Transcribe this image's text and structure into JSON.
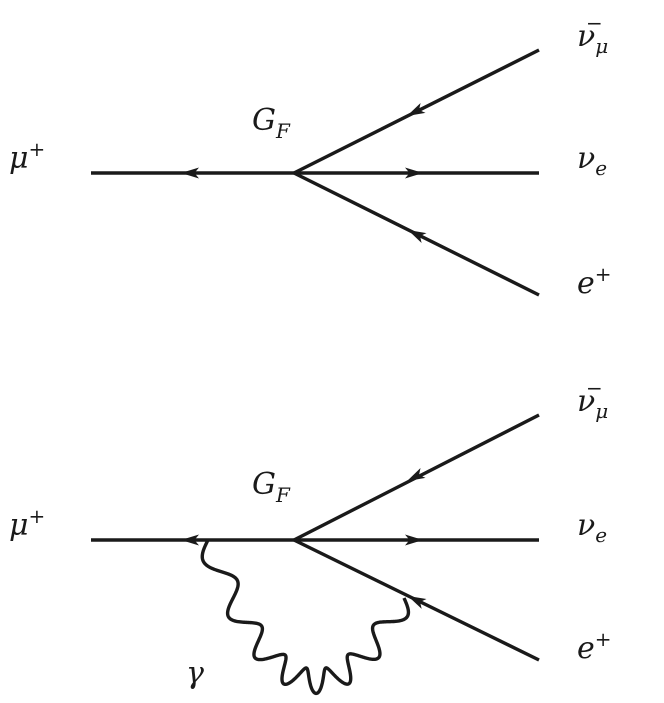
{
  "diagrams": [
    {
      "id": "tree-level",
      "coupling": {
        "base": "G",
        "sub": "F"
      },
      "incoming": {
        "base": "μ",
        "sup": "+"
      },
      "outgoing": [
        {
          "base": "ν",
          "bar": "−",
          "sub": "μ"
        },
        {
          "base": "ν",
          "sub": "e"
        },
        {
          "base": "e",
          "sup": "+"
        }
      ]
    },
    {
      "id": "radiative-correction",
      "coupling": {
        "base": "G",
        "sub": "F"
      },
      "incoming": {
        "base": "μ",
        "sup": "+"
      },
      "outgoing": [
        {
          "base": "ν",
          "bar": "−",
          "sub": "μ"
        },
        {
          "base": "ν",
          "sub": "e"
        },
        {
          "base": "e",
          "sup": "+"
        }
      ],
      "photon": {
        "label": "γ"
      }
    }
  ],
  "colors": {
    "ink": "#1a1a1a",
    "background": "#ffffff"
  }
}
